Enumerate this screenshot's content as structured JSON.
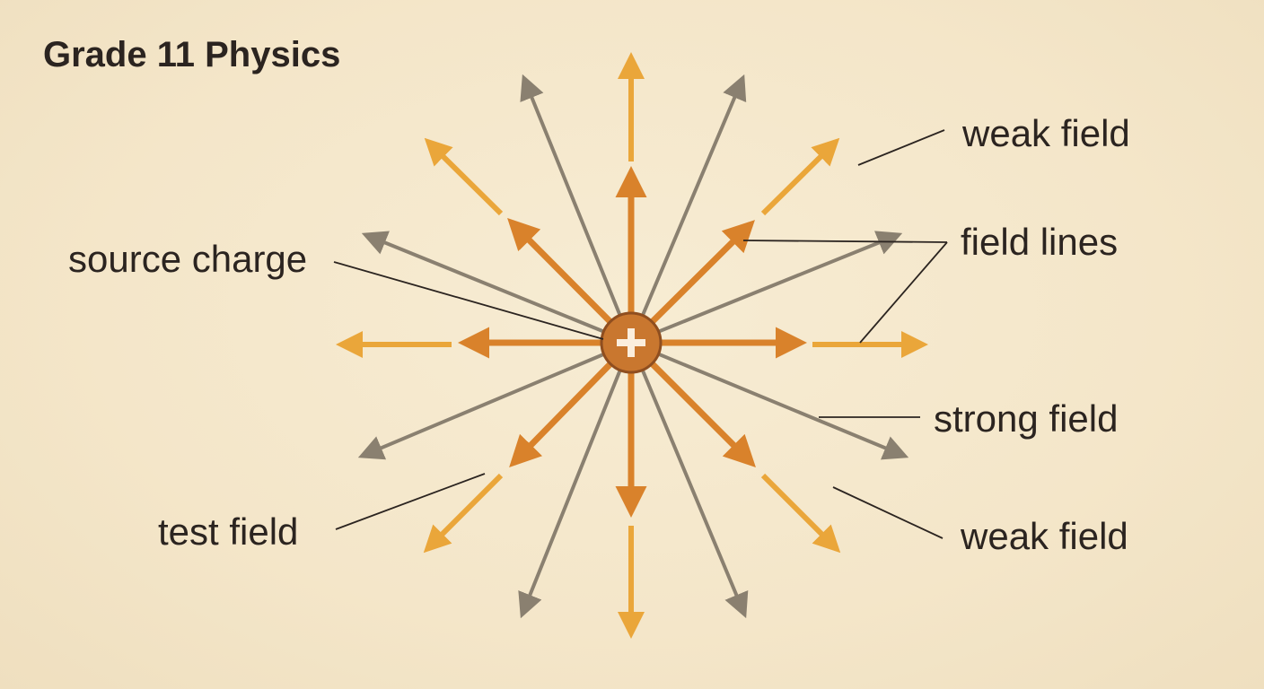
{
  "title": "Grade 11 Physics",
  "charge_symbol": "+",
  "labels": {
    "source_charge": "source charge",
    "test_field": "test field",
    "weak_field_top": "weak field",
    "field_lines": "field lines",
    "strong_field": "strong field",
    "weak_field_bottom": "weak field"
  },
  "colors": {
    "background": "#f5e9cf",
    "strong_arrow": "#d9822b",
    "weak_arrow": "#eaa63a",
    "field_line": "#8a8070",
    "charge_fill": "#c9772f",
    "charge_stroke": "#8f4e1f",
    "text": "#2b2420"
  }
}
